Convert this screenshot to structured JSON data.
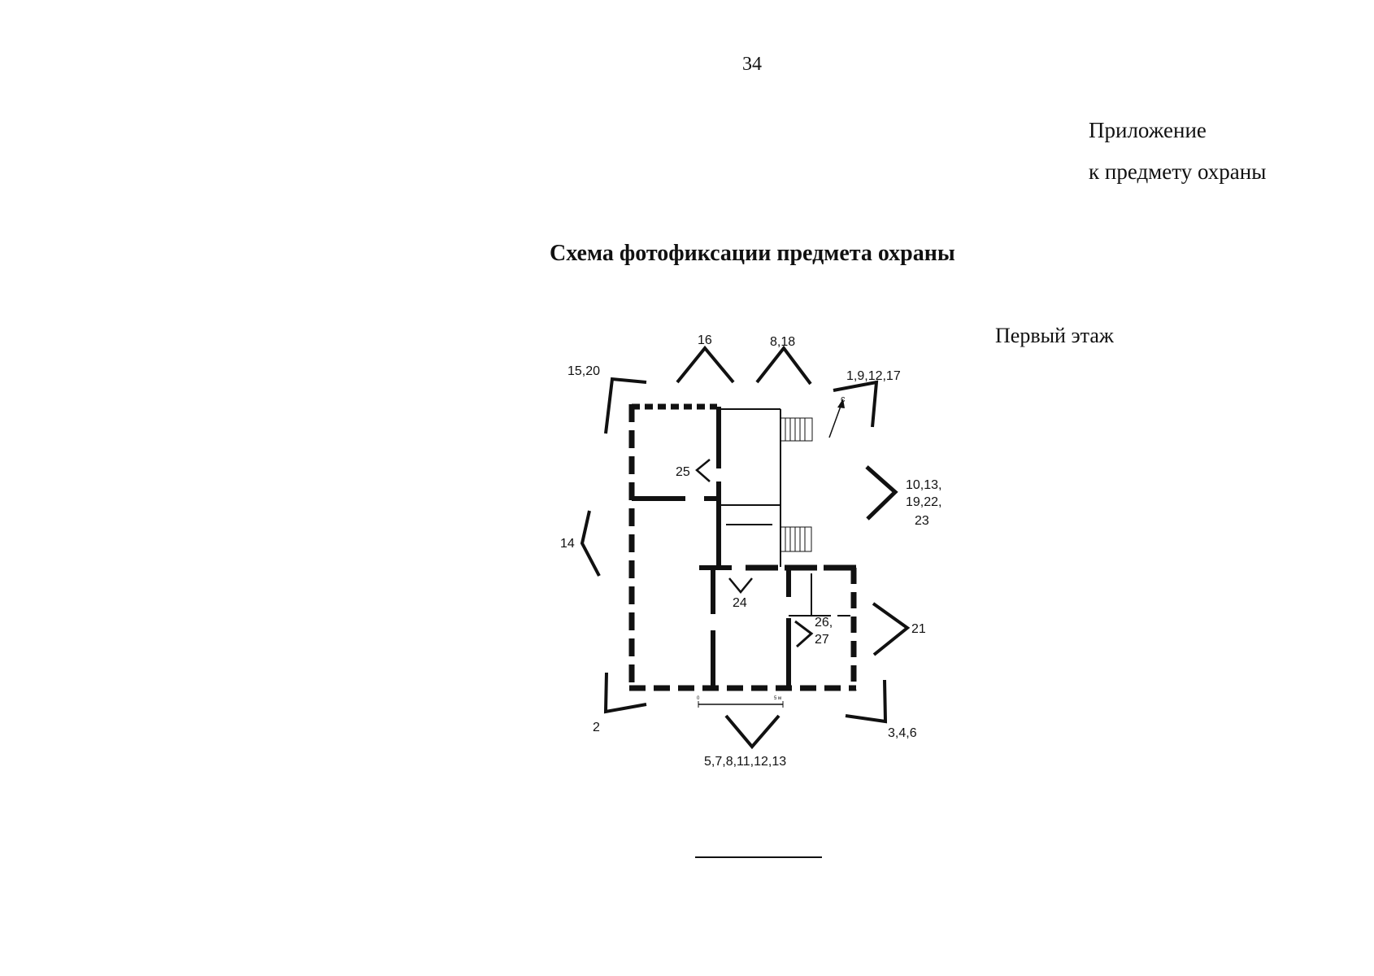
{
  "page_number": "34",
  "appendix": {
    "line1": "Приложение",
    "line2": "к предмету охраны"
  },
  "title": "Схема фотофиксации предмета охраны",
  "floor_label": "Первый этаж",
  "north_label": "с",
  "scale": {
    "start": "0",
    "end": "5 м"
  },
  "viewpoints": {
    "v16": "16",
    "v8_18": "8,18",
    "v15_20": "15,20",
    "v1_9_12_17": "1,9,12,17",
    "v25": "25",
    "v10_line1": "10,13,",
    "v10_line2": "19,22,",
    "v10_line3": "23",
    "v14": "14",
    "v24": "24",
    "v26_line1": "26,",
    "v26_line2": "27",
    "v21": "21",
    "v2": "2",
    "v3_4_6": "3,4,6",
    "v5_7": "5,7,8,11,12,13"
  }
}
